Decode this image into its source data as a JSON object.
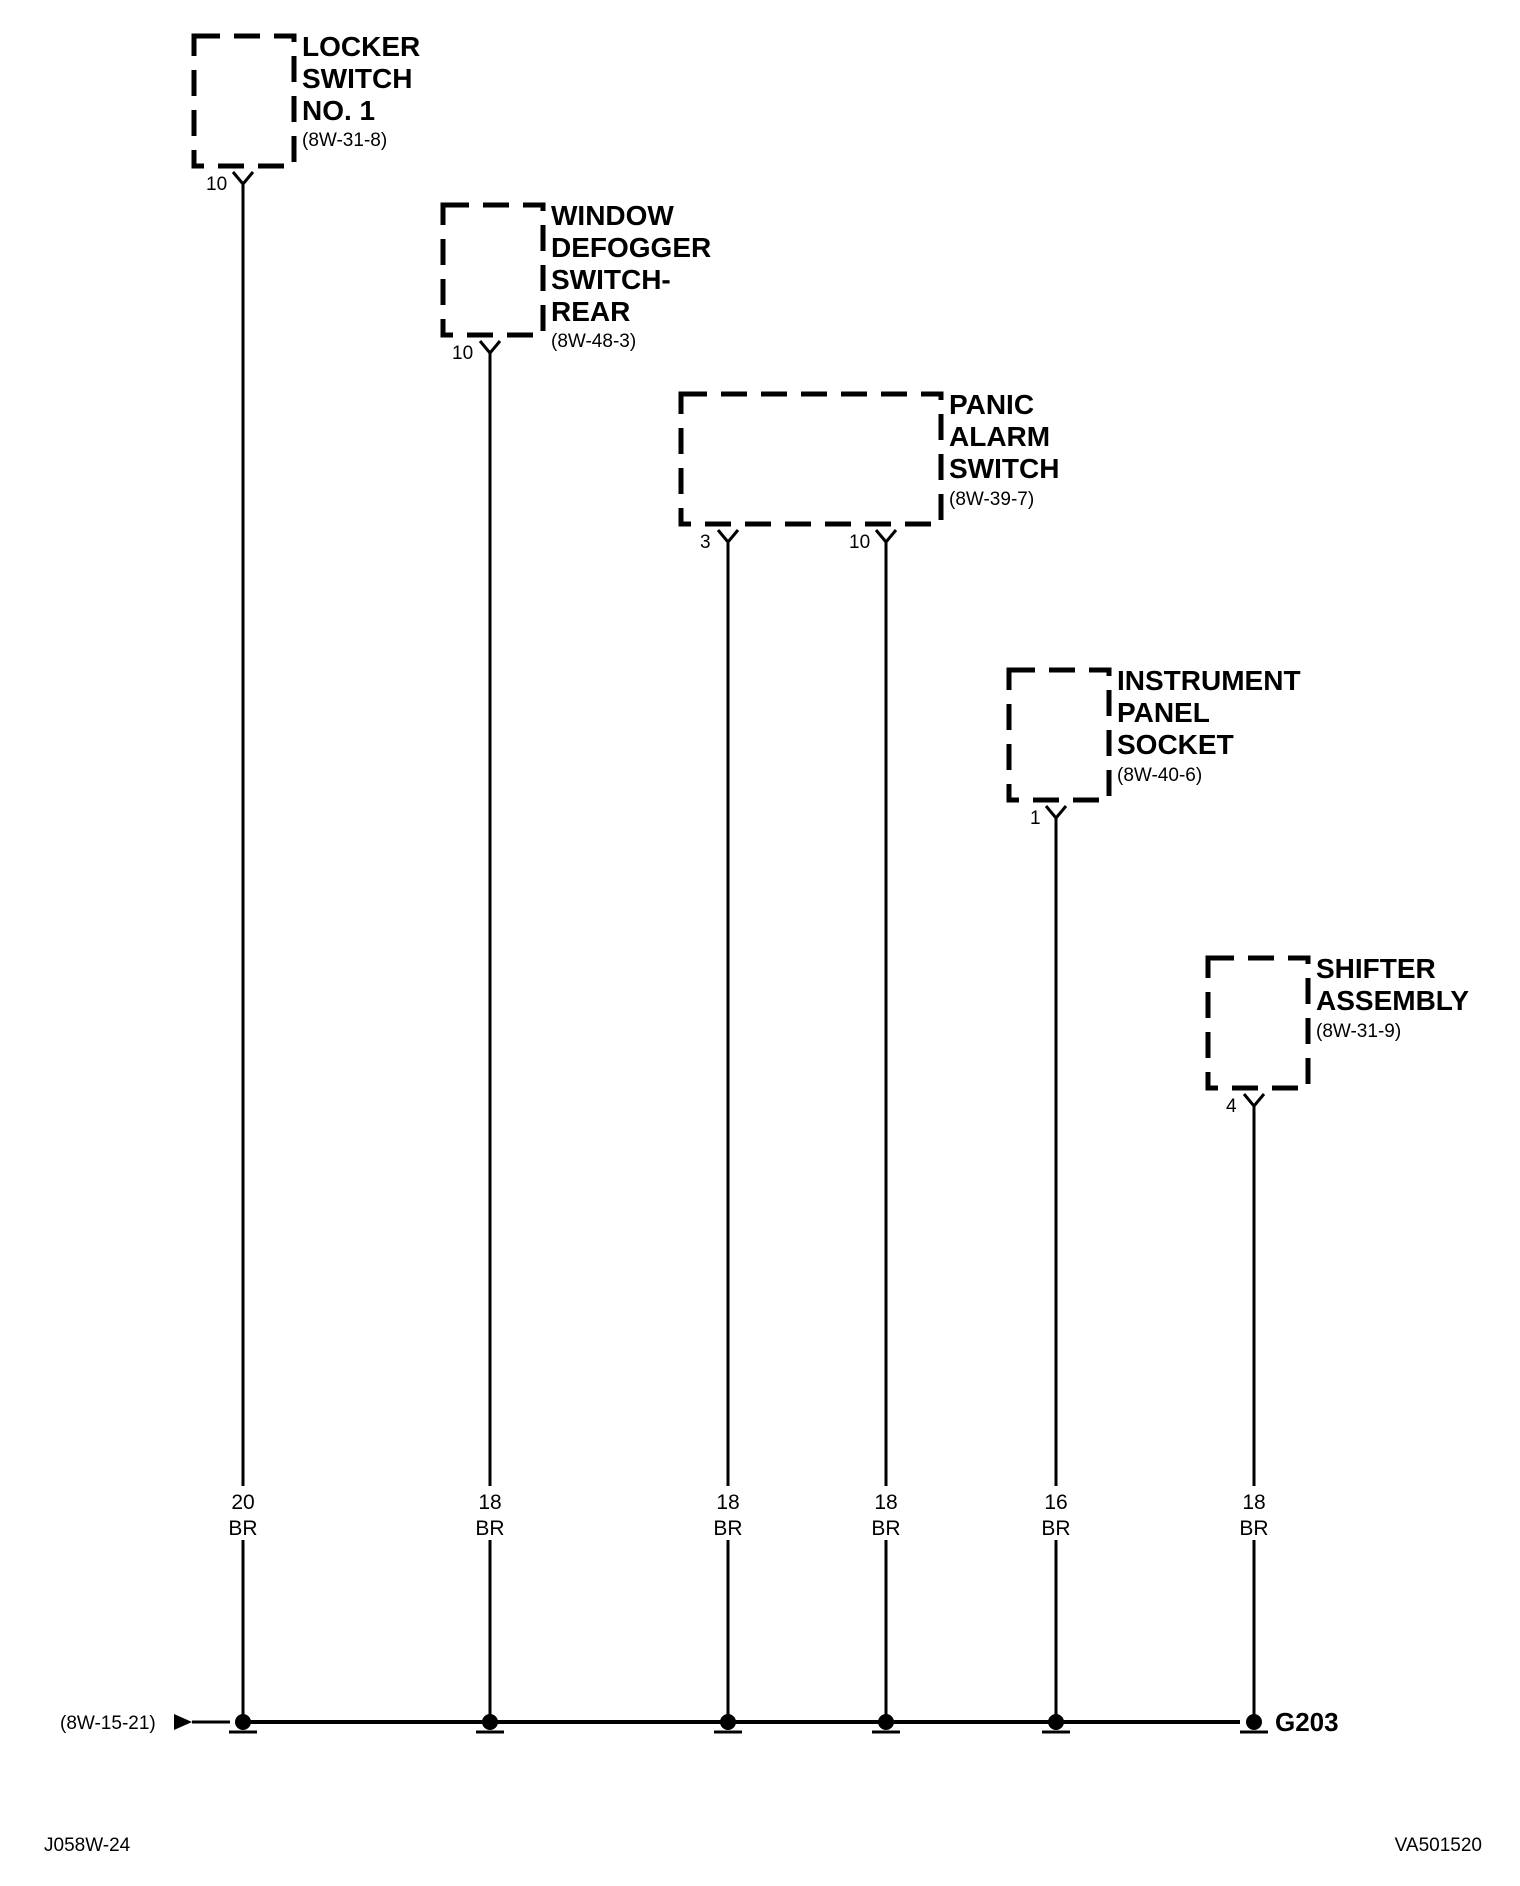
{
  "components": [
    {
      "id": "locker",
      "name_lines": [
        "LOCKER",
        "SWITCH",
        "NO. 1"
      ],
      "ref": "(8W-31-8)",
      "pins": [
        {
          "pin": "10",
          "wire": {
            "gauge": "20",
            "color": "BR"
          }
        }
      ]
    },
    {
      "id": "defogger",
      "name_lines": [
        "WINDOW",
        "DEFOGGER",
        "SWITCH-",
        "REAR"
      ],
      "ref": "(8W-48-3)",
      "pins": [
        {
          "pin": "10",
          "wire": {
            "gauge": "18",
            "color": "BR"
          }
        }
      ]
    },
    {
      "id": "panic",
      "name_lines": [
        "PANIC",
        "ALARM",
        "SWITCH"
      ],
      "ref": "(8W-39-7)",
      "pins": [
        {
          "pin": "3",
          "wire": {
            "gauge": "18",
            "color": "BR"
          }
        },
        {
          "pin": "10",
          "wire": {
            "gauge": "18",
            "color": "BR"
          }
        }
      ]
    },
    {
      "id": "socket",
      "name_lines": [
        "INSTRUMENT",
        "PANEL",
        "SOCKET"
      ],
      "ref": "(8W-40-6)",
      "pins": [
        {
          "pin": "1",
          "wire": {
            "gauge": "16",
            "color": "BR"
          }
        }
      ]
    },
    {
      "id": "shifter",
      "name_lines": [
        "SHIFTER",
        "ASSEMBLY"
      ],
      "ref": "(8W-31-9)",
      "pins": [
        {
          "pin": "4",
          "wire": {
            "gauge": "18",
            "color": "BR"
          }
        }
      ]
    }
  ],
  "bus": {
    "ref": "(8W-15-21)",
    "ground": "G203"
  },
  "footer": {
    "left": "J058W-24",
    "right": "VA501520"
  }
}
